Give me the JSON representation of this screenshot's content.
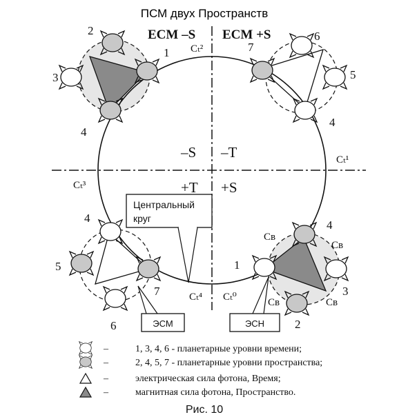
{
  "title": "ПСМ двух Пространств",
  "headers": {
    "left": "ЕСМ –S",
    "right": "ЕСМ +S"
  },
  "quadrants": {
    "top_left": "–S",
    "top_right": "–T",
    "bottom_left": "+T",
    "bottom_right": "+S"
  },
  "axis_labels": {
    "ct2": "Сₜ²",
    "ct1": "Сₜ¹",
    "ct3": "Сₜ³",
    "ct4": "Сₜ⁴",
    "ct0": "Сₜ⁰"
  },
  "cv_label": "Св",
  "numbers": {
    "tl_1": "1",
    "tl_2": "2",
    "tl_3": "3",
    "tl_4": "4",
    "tr_4": "4",
    "tr_5": "5",
    "tr_6": "6",
    "tr_7": "7",
    "bl_4": "4",
    "bl_5": "5",
    "bl_6": "6",
    "bl_7": "7",
    "br_1": "1",
    "br_2": "2",
    "br_3": "3",
    "br_4": "4"
  },
  "callouts": {
    "central_line1": "Центральный",
    "central_line2": "круг",
    "esm": "ЭСМ",
    "esn": "ЭСН"
  },
  "legend": [
    {
      "icon": "time-level-icon",
      "dash": "–",
      "text": "1, 3, 4, 6 - планетарные уровни времени;"
    },
    {
      "icon": "space-level-icon",
      "dash": "–",
      "text": "2, 4, 5, 7 - планетарные уровни пространства;"
    },
    {
      "icon": "electric-force-icon",
      "dash": "–",
      "text": "электрическая сила фотона, Время;"
    },
    {
      "icon": "magnetic-force-icon",
      "dash": "–",
      "text": "магнитная сила фотона, Пространство."
    }
  ],
  "caption": "Рис. 10",
  "colors": {
    "gray_fill": "#c8c8c8",
    "dark_gray": "#8a8a8a",
    "halo": "#e6e6e6",
    "line": "#111111"
  }
}
